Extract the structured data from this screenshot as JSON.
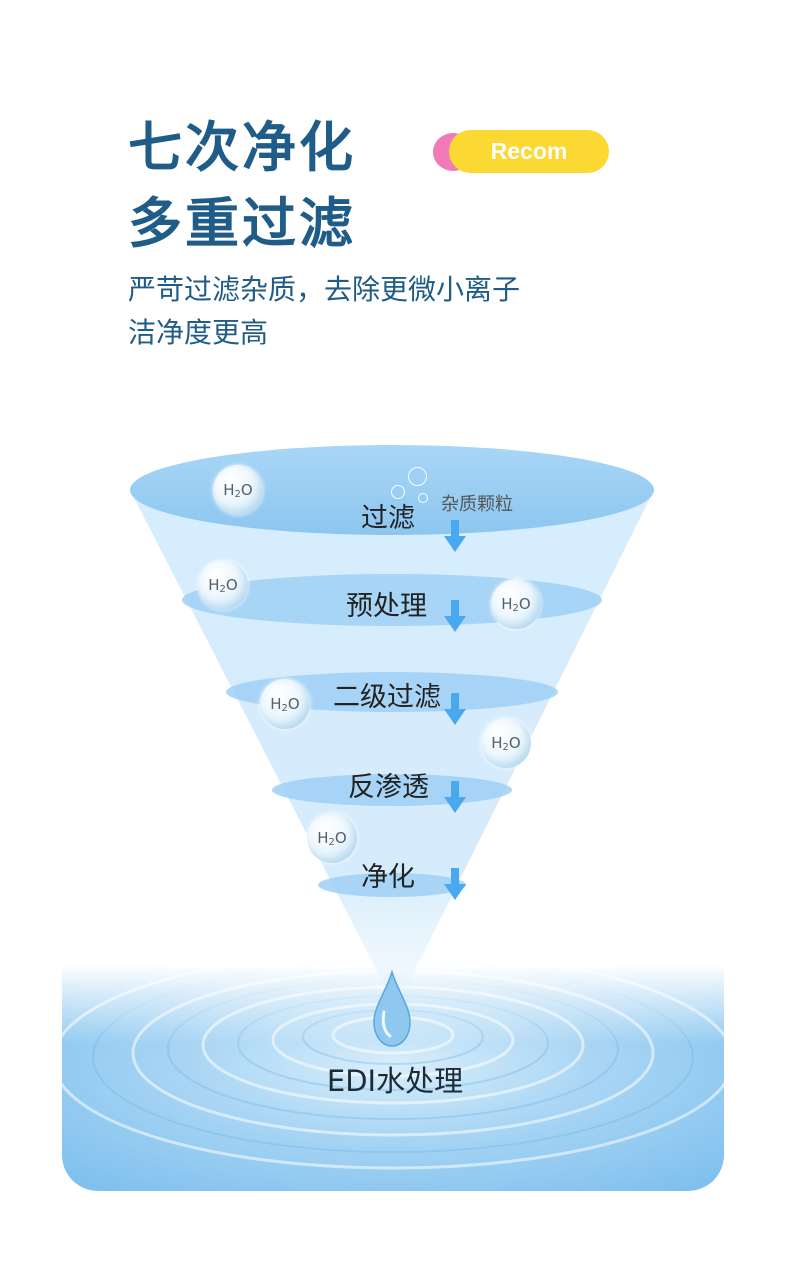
{
  "header": {
    "title_line1": "七次净化",
    "title_line2": "多重过滤",
    "badge": "Recom",
    "subtitle_line1": "严苛过滤杂质，去除更微小离子",
    "subtitle_line2": "洁净度更高"
  },
  "funnel": {
    "impurity_label": "杂质颗粒",
    "stages": [
      "过滤",
      "预处理",
      "二级过滤",
      "反渗透",
      "净化"
    ],
    "molecule_label": "H",
    "molecule_sub": "2",
    "molecule_tail": "O",
    "final_stage": "EDI水处理"
  },
  "colors": {
    "title": "#1f5c88",
    "badge_bg": "#fbd832",
    "badge_dot": "#f07bb6",
    "arrow": "#4aa8ee"
  }
}
